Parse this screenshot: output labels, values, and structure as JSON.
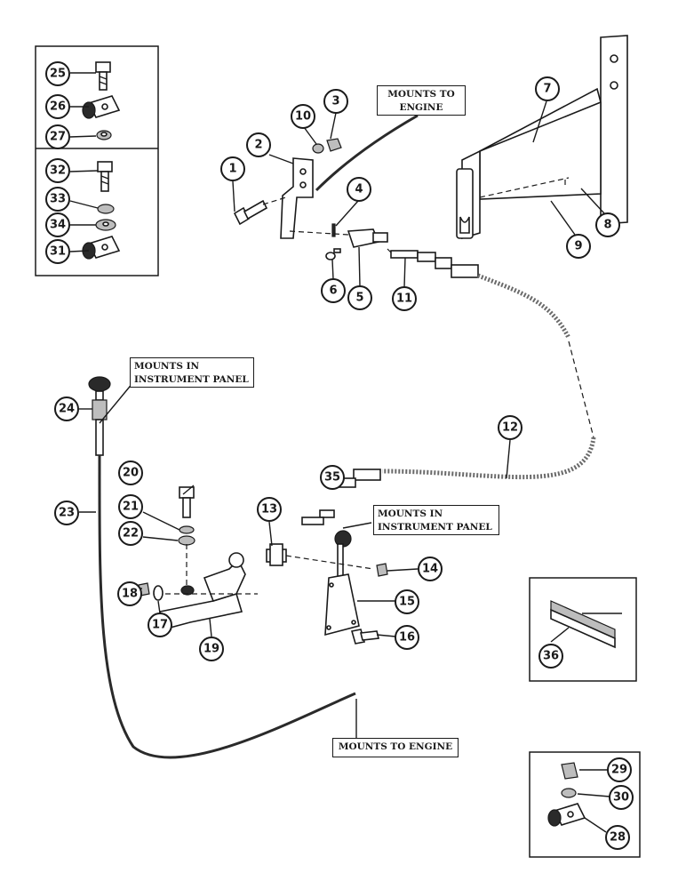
{
  "labels": {
    "engine_top": [
      "MOUNTS TO",
      "ENGINE"
    ],
    "panel_left": [
      "MOUNTS IN",
      "INSTRUMENT PANEL"
    ],
    "panel_center": [
      "MOUNTS IN",
      "INSTRUMENT PANEL"
    ],
    "engine_bottom": "MOUNTS TO ENGINE"
  },
  "callouts": {
    "c1": "1",
    "c2": "2",
    "c3": "3",
    "c4": "4",
    "c5": "5",
    "c6": "6",
    "c7": "7",
    "c8": "8",
    "c9": "9",
    "c10": "10",
    "c11": "11",
    "c12": "12",
    "c13": "13",
    "c14": "14",
    "c15": "15",
    "c16": "16",
    "c17": "17",
    "c18": "18",
    "c19": "19",
    "c20": "20",
    "c21": "21",
    "c22": "22",
    "c23": "23",
    "c24": "24",
    "c25": "25",
    "c26": "26",
    "c27": "27",
    "c28": "28",
    "c29": "29",
    "c30": "30",
    "c31": "31",
    "c32": "32",
    "c33": "33",
    "c34": "34",
    "c35": "35",
    "c36": "36"
  },
  "colors": {
    "ink": "#1a1a1a",
    "paper": "#ffffff"
  }
}
